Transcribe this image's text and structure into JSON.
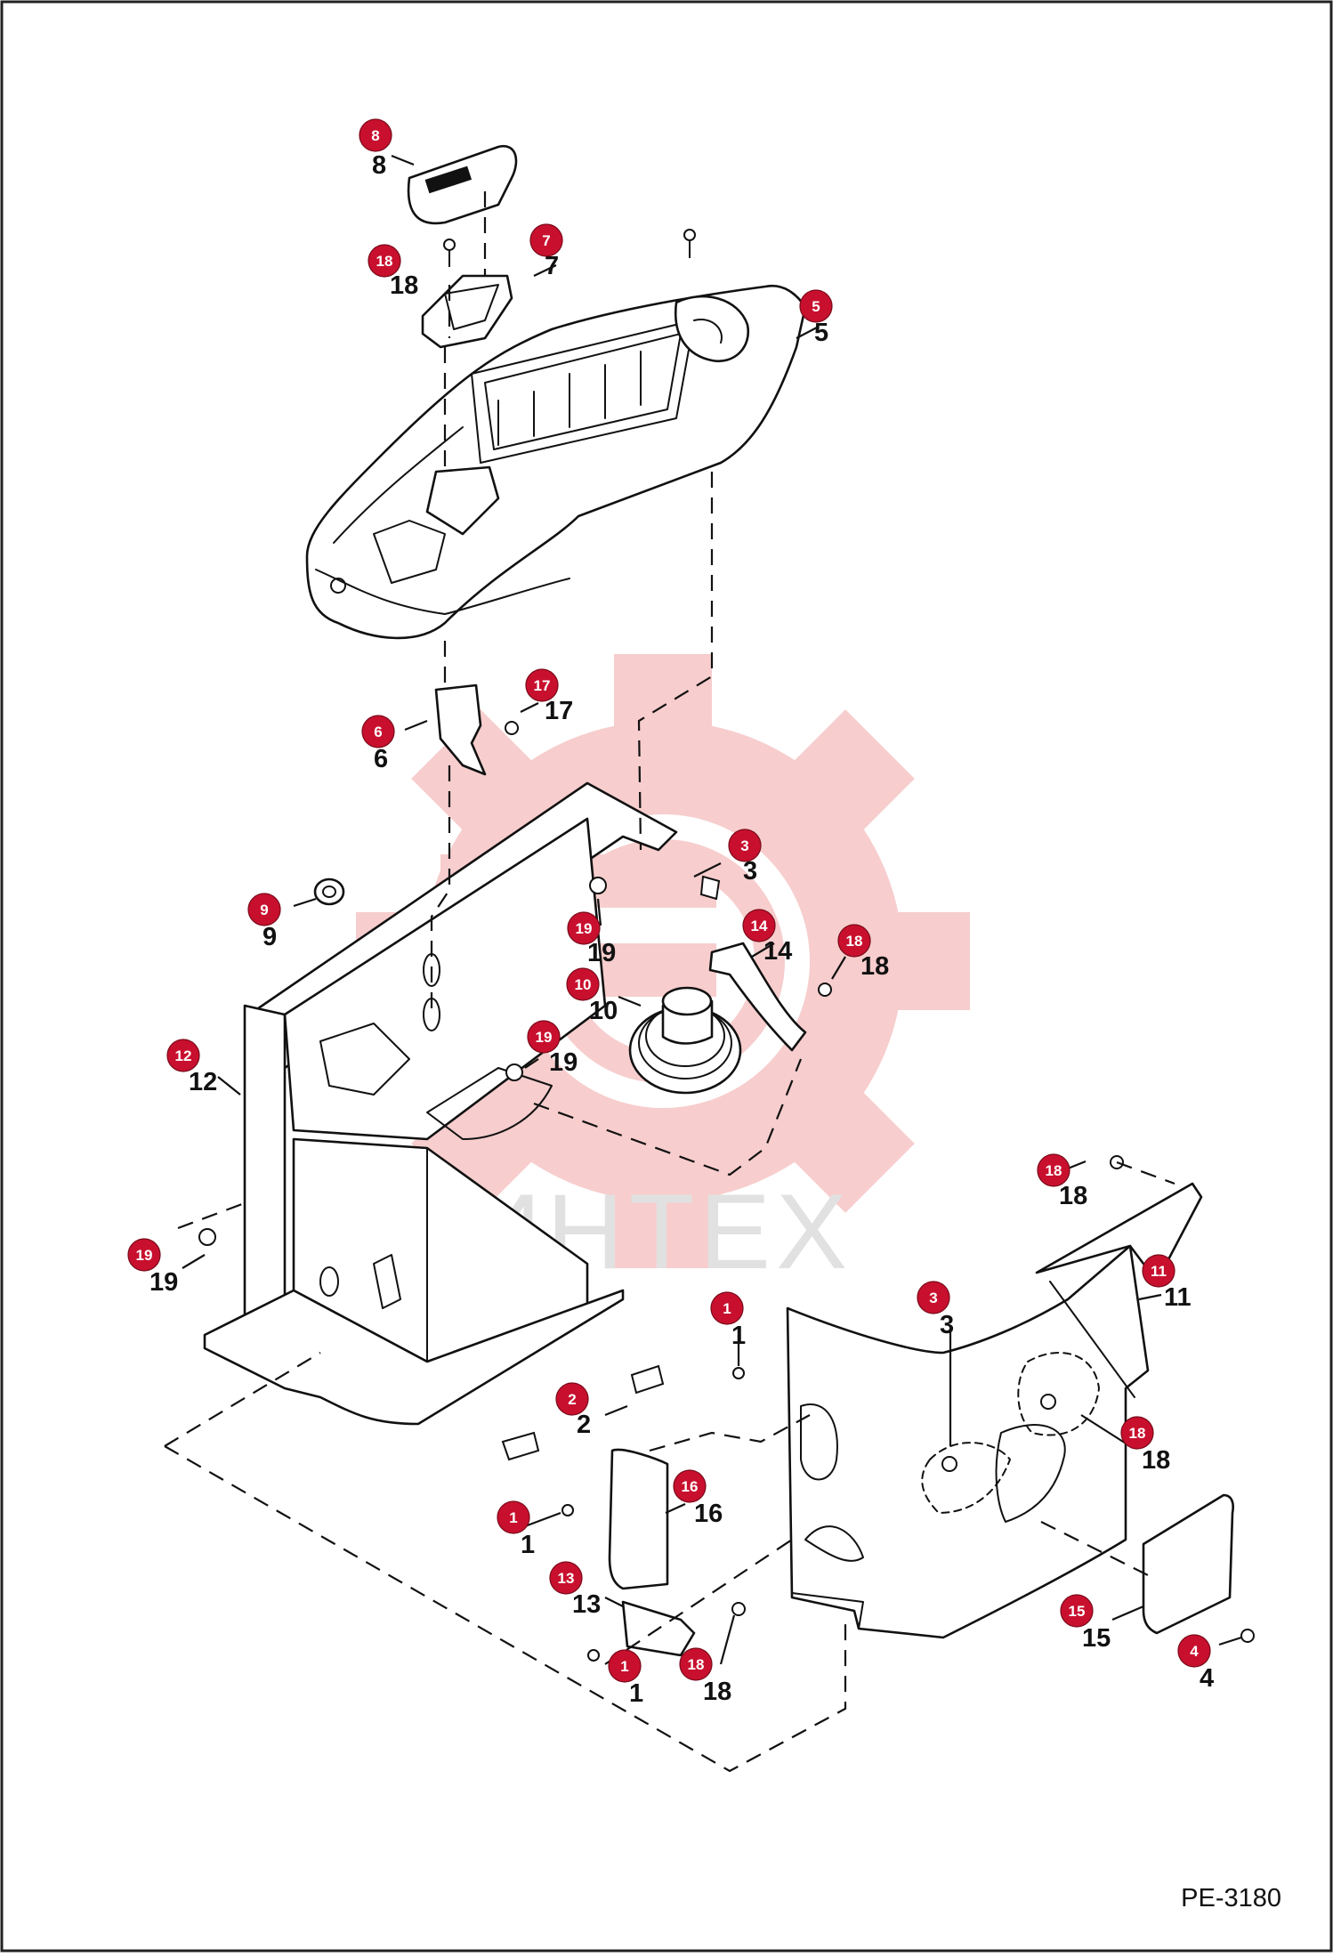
{
  "watermark": {
    "text": "ИНТЕХ",
    "color": "#d9d9d9",
    "gear_color": "#f7c9c9"
  },
  "drawing_code": "PE-3180",
  "colors": {
    "badge": "#c8102e",
    "line": "#111111",
    "frame": "#222222"
  },
  "callouts": [
    {
      "badge": "8",
      "label": "8"
    },
    {
      "badge": "18",
      "label": "18"
    },
    {
      "badge": "7",
      "label": "7"
    },
    {
      "badge": "5",
      "label": "5"
    },
    {
      "badge": "17",
      "label": "17"
    },
    {
      "badge": "6",
      "label": "6"
    },
    {
      "badge": "3",
      "label": "3"
    },
    {
      "badge": "9",
      "label": "9"
    },
    {
      "badge": "19",
      "label": "19"
    },
    {
      "badge": "14",
      "label": "14"
    },
    {
      "badge": "18",
      "label": "18"
    },
    {
      "badge": "10",
      "label": "10"
    },
    {
      "badge": "19",
      "label": "19"
    },
    {
      "badge": "12",
      "label": "12"
    },
    {
      "badge": "18",
      "label": "18"
    },
    {
      "badge": "19",
      "label": "19"
    },
    {
      "badge": "11",
      "label": "11"
    },
    {
      "badge": "1",
      "label": "1"
    },
    {
      "badge": "3",
      "label": "3"
    },
    {
      "badge": "2",
      "label": "2"
    },
    {
      "badge": "18",
      "label": "18"
    },
    {
      "badge": "16",
      "label": "16"
    },
    {
      "badge": "1",
      "label": "1"
    },
    {
      "badge": "13",
      "label": "13"
    },
    {
      "badge": "15",
      "label": "15"
    },
    {
      "badge": "1",
      "label": "1"
    },
    {
      "badge": "18",
      "label": "18"
    },
    {
      "badge": "4",
      "label": "4"
    }
  ]
}
